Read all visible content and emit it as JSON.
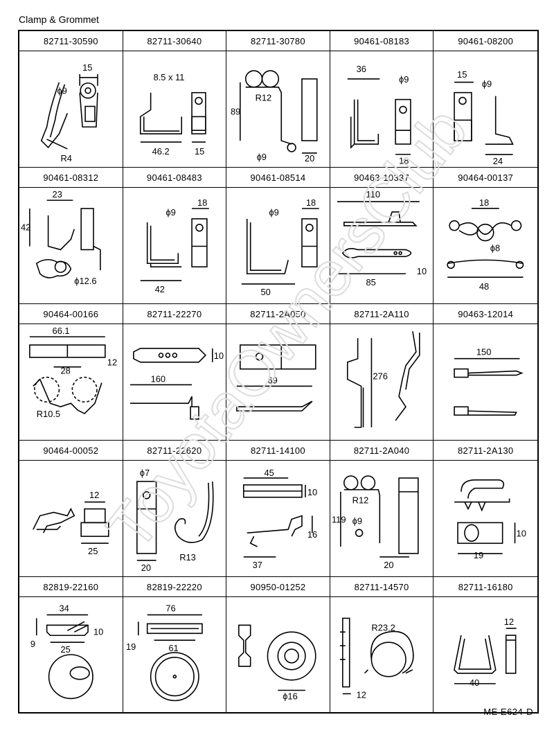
{
  "title": "Clamp & Grommet",
  "footer": "ME  E624-D",
  "watermark": "ToyotaOwnersClub",
  "rows": [
    [
      {
        "part": "82711-30590",
        "dims": [
          "15",
          "ϕ9",
          "R4"
        ]
      },
      {
        "part": "82711-30640",
        "dims": [
          "8.5 x 11",
          "46.2",
          "15"
        ]
      },
      {
        "part": "82711-30780",
        "dims": [
          "R12",
          "89",
          "ϕ9",
          "20"
        ]
      },
      {
        "part": "90461-08183",
        "dims": [
          "36",
          "ϕ9",
          "18"
        ]
      },
      {
        "part": "90461-08200",
        "dims": [
          "15",
          "ϕ9",
          "24"
        ]
      }
    ],
    [
      {
        "part": "90461-08312",
        "dims": [
          "23",
          "42",
          "ϕ12.6"
        ]
      },
      {
        "part": "90461-08483",
        "dims": [
          "ϕ9",
          "18",
          "42"
        ]
      },
      {
        "part": "90461-08514",
        "dims": [
          "ϕ9",
          "18",
          "50"
        ]
      },
      {
        "part": "90463-10337",
        "dims": [
          "110",
          "85",
          "10"
        ]
      },
      {
        "part": "90464-00137",
        "dims": [
          "18",
          "ϕ8",
          "48"
        ]
      }
    ],
    [
      {
        "part": "90464-00166",
        "dims": [
          "66.1",
          "28",
          "12",
          "R10.5"
        ]
      },
      {
        "part": "82711-22270",
        "dims": [
          "10",
          "160"
        ]
      },
      {
        "part": "82711-2A050",
        "dims": [
          "69"
        ]
      },
      {
        "part": "82711-2A110",
        "dims": [
          "276"
        ]
      },
      {
        "part": "90463-12014",
        "dims": [
          "150"
        ]
      }
    ],
    [
      {
        "part": "90464-00052",
        "dims": [
          "12",
          "25"
        ]
      },
      {
        "part": "82711-22620",
        "dims": [
          "ϕ7",
          "20",
          "R13"
        ]
      },
      {
        "part": "82711-14100",
        "dims": [
          "45",
          "10",
          "16",
          "37"
        ]
      },
      {
        "part": "82711-2A040",
        "dims": [
          "R12",
          "119",
          "ϕ9",
          "20"
        ]
      },
      {
        "part": "82711-2A130",
        "dims": [
          "10",
          "19"
        ]
      }
    ],
    [
      {
        "part": "82819-22160",
        "dims": [
          "34",
          "10",
          "9",
          "25"
        ]
      },
      {
        "part": "82819-22220",
        "dims": [
          "76",
          "19",
          "61"
        ]
      },
      {
        "part": "90950-01252",
        "dims": [
          "ϕ16"
        ]
      },
      {
        "part": "82711-14570",
        "dims": [
          "R23.2",
          "12"
        ]
      },
      {
        "part": "82711-16180",
        "dims": [
          "12",
          "40"
        ]
      }
    ]
  ]
}
